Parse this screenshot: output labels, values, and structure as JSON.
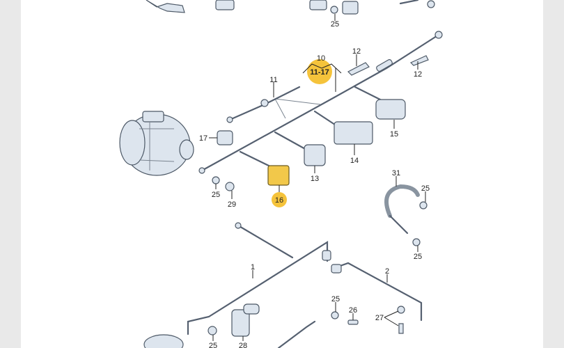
{
  "diagram": {
    "title_hidden": null,
    "highlight_color": "#f5c33b",
    "labels": {
      "top_25": "25",
      "group_10": "10",
      "group_range": "11-17",
      "p12a": "12",
      "p12b": "12",
      "p11": "11",
      "p17": "17",
      "p15": "15",
      "p14": "14",
      "p13": "13",
      "p16": "16",
      "p25a": "25",
      "p29": "29",
      "p31": "31",
      "p25b": "25",
      "p25c": "25",
      "p1": "1",
      "p2": "2",
      "p25d": "25",
      "p26": "26",
      "p27": "27",
      "p25e": "25",
      "p28": "28"
    }
  }
}
